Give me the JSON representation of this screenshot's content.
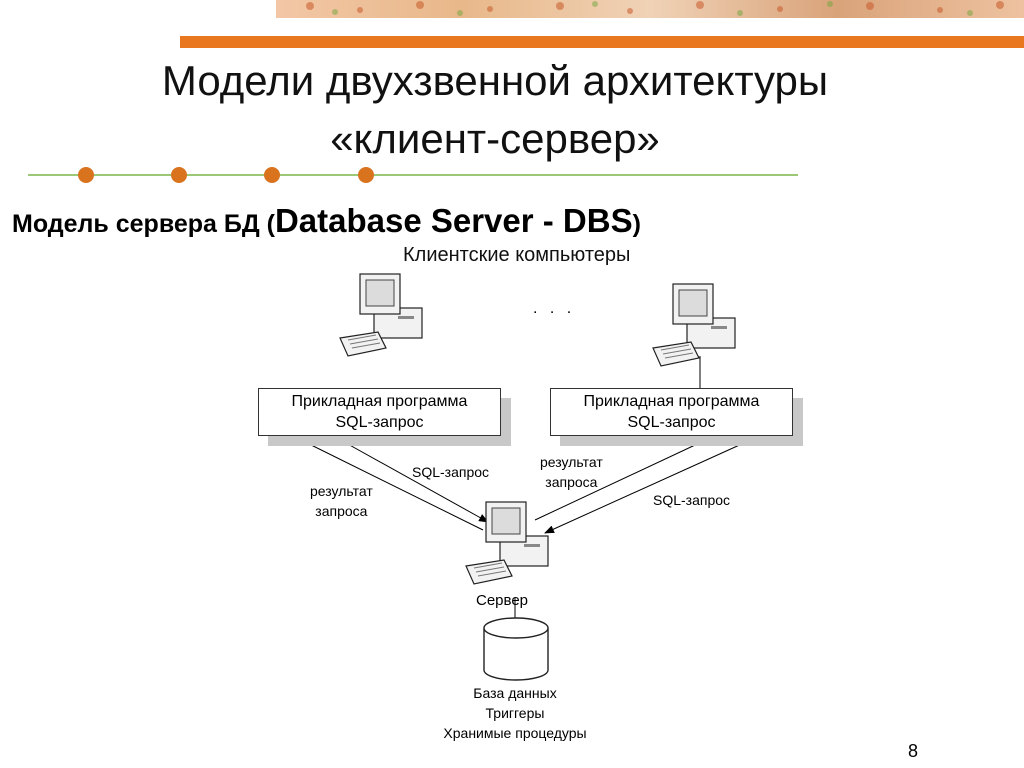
{
  "colors": {
    "banner_orange": "#e9771f",
    "divider_green": "#7ab648",
    "bullet_orange": "#d9731e"
  },
  "slide": {
    "title_line1": "Модели двухзвенной архитектуры",
    "title_line2": "«клиент-сервер»",
    "subtitle_prefix": "Модель сервера БД (",
    "subtitle_main": "Database Server - DBS",
    "subtitle_suffix": ")",
    "page_number": "8"
  },
  "diagram": {
    "clients_label": "Клиентские компьютеры",
    "ellipsis": ". . .",
    "app_left": {
      "line1": "Прикладная программа",
      "line2": "SQL-запрос"
    },
    "app_right": {
      "line1": "Прикладная программа",
      "line2": "SQL-запрос"
    },
    "left_result_l1": "результат",
    "left_result_l2": "запроса",
    "left_sql": "SQL-запрос",
    "right_result_l1": "результат",
    "right_result_l2": "запроса",
    "right_sql": "SQL-запрос",
    "server_label": "Сервер",
    "db_line1": "База данных",
    "db_line2": "Триггеры",
    "db_line3": "Хранимые процедуры"
  }
}
